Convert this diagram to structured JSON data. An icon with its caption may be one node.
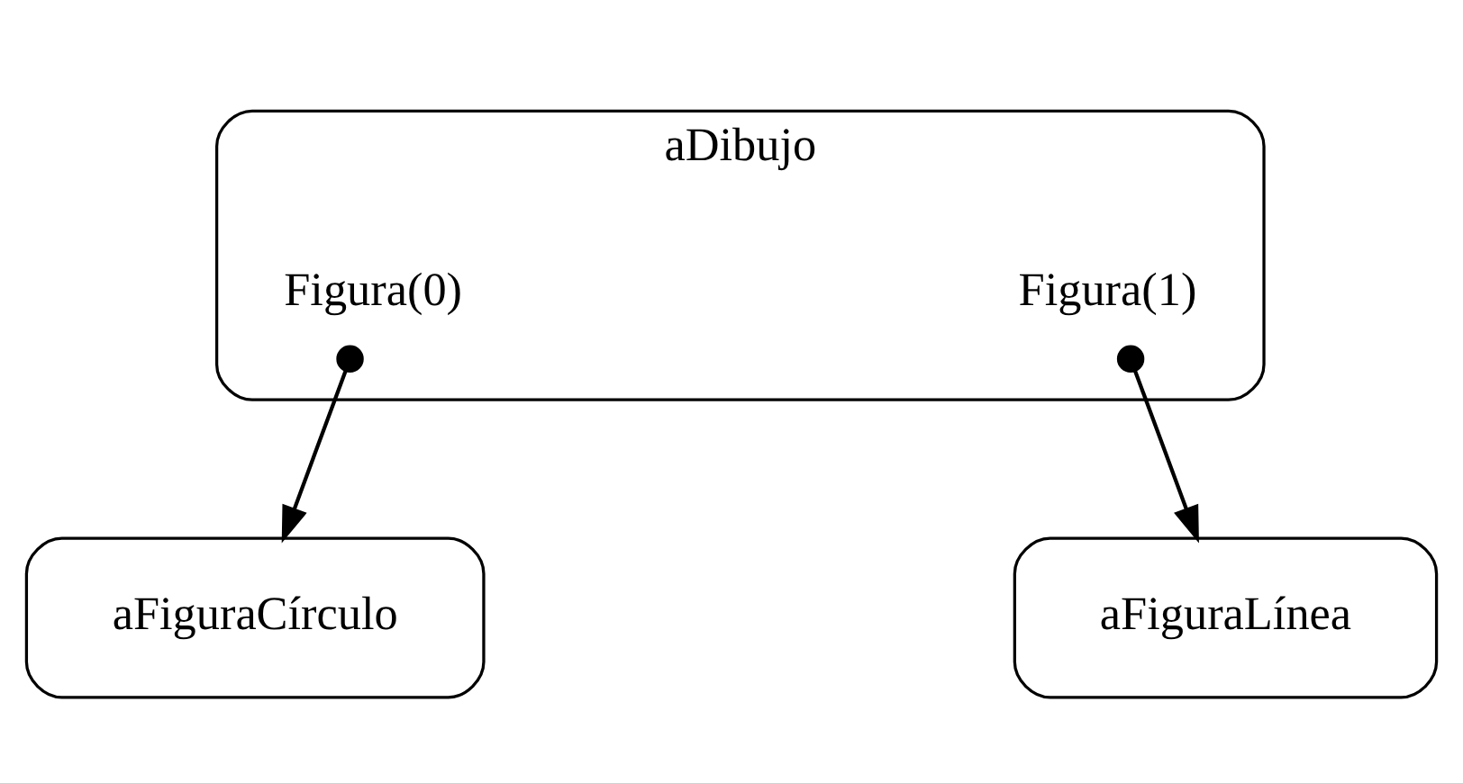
{
  "diagram": {
    "nodes": [
      {
        "text": [
          "aDibujo"
        ]
      },
      {
        "text": [
          "Figura(0)"
        ],
        "in": 0
      },
      {
        "text": [
          "Figura(1)"
        ],
        "in": 0
      },
      {
        "text": [
          "aFiguraLínea"
        ]
      },
      {
        "text": [
          "aFiguraCírculo"
        ]
      }
    ],
    "edges": [
      {
        "from": 1,
        "to": 4,
        "arrow": "to"
      },
      {
        "from": 2,
        "to": 3,
        "arrow": "to"
      }
    ]
  }
}
